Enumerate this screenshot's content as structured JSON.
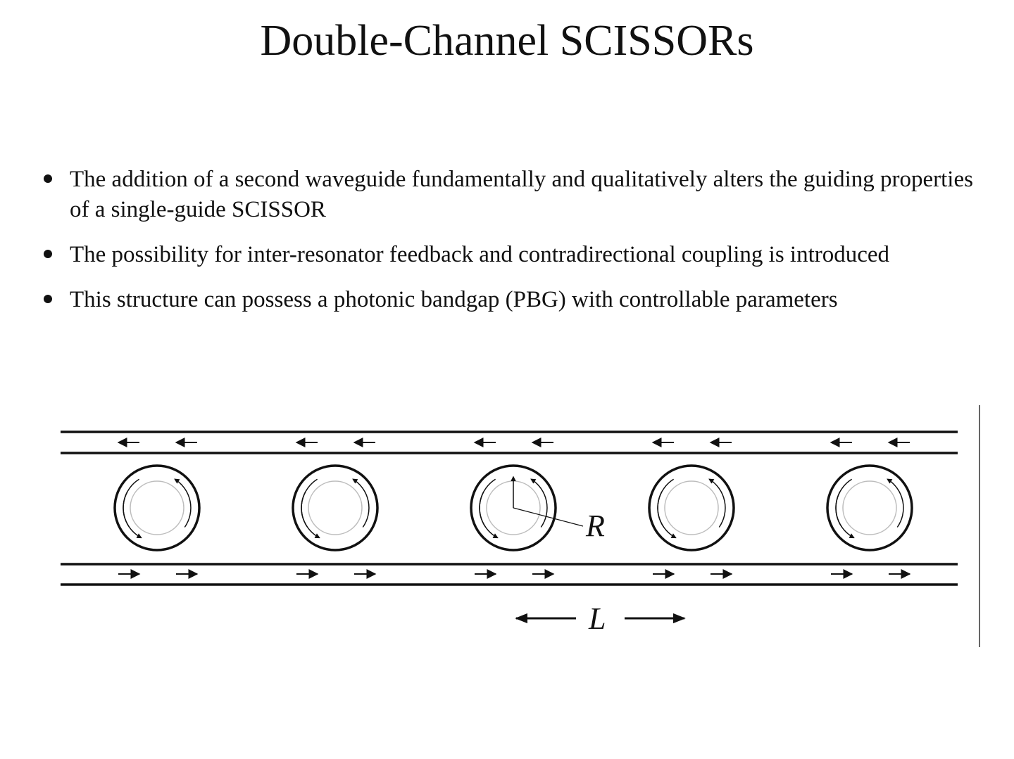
{
  "slide": {
    "title": "Double-Channel SCISSORs",
    "bullets": [
      "The addition of a second waveguide fundamentally and qualitatively alters the guiding properties of a single-guide SCISSOR",
      "The possibility for inter-resonator feedback and contradirectional coupling is introduced",
      "This structure can possess a photonic bandgap (PBG) with controllable parameters"
    ]
  },
  "diagram": {
    "radius_label": "R",
    "spacing_label": "L",
    "resonator_count": 5,
    "top_waveguide_direction": "left",
    "bottom_waveguide_direction": "right",
    "line_color": "#111111",
    "inner_ring_color": "#bdbdbd"
  }
}
